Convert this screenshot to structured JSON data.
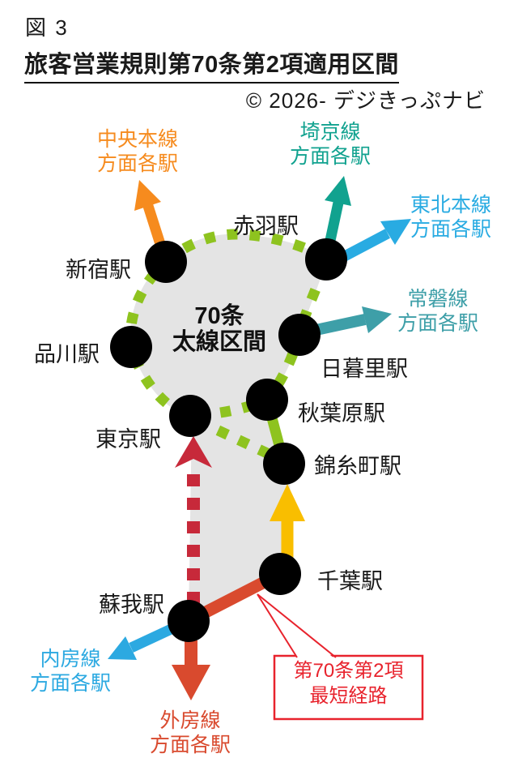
{
  "figure": {
    "label": "図 3",
    "title": "旅客営業規則第70条第2項適用区間",
    "copyright": "© 2026- デジきっぷナビ"
  },
  "center_zone": {
    "line1": "70条",
    "line2": "太線区間"
  },
  "stations": {
    "shinjuku": "新宿駅",
    "akabane": "赤羽駅",
    "shinagawa": "品川駅",
    "nippori": "日暮里駅",
    "akihabara": "秋葉原駅",
    "tokyo": "東京駅",
    "kinshicho": "錦糸町駅",
    "chiba": "千葉駅",
    "soga": "蘇我駅"
  },
  "branches": {
    "chuo": {
      "name": "中央本線",
      "suffix": "方面各駅",
      "color": "#F68B1E"
    },
    "saikyo": {
      "name": "埼京線",
      "suffix": "方面各駅",
      "color": "#11A28F"
    },
    "tohoku": {
      "name": "東北本線",
      "suffix": "方面各駅",
      "color": "#29ABE2"
    },
    "joban": {
      "name": "常磐線",
      "suffix": "方面各駅",
      "color": "#3E9FA8"
    },
    "uchibo": {
      "name": "内房線",
      "suffix": "方面各駅",
      "color": "#2CA9E1"
    },
    "sotobo": {
      "name": "外房線",
      "suffix": "方面各駅",
      "color": "#D94A2E"
    }
  },
  "callout": {
    "line1": "第70条第2項",
    "line2": "最短経路",
    "color": "#E8232D"
  },
  "colors": {
    "zone_fill_gray": "#E4E4E4",
    "loop_dashed_green": "#8EC31F",
    "station_dot_black": "#000000",
    "shortest_route_crimson": "#C7293A",
    "soga_chiba_line_vermilion": "#D94A2E",
    "chiba_kinshicho_yellow": "#F9BE00"
  }
}
